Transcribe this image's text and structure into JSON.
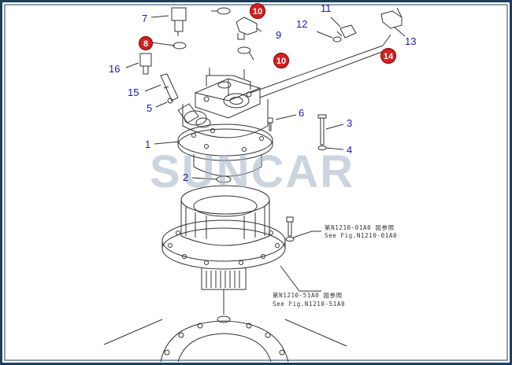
{
  "watermark": "SUNCAR",
  "callouts": [
    "1",
    "2",
    "3",
    "4",
    "5",
    "6",
    "7",
    "9",
    "11",
    "12",
    "13",
    "15",
    "16"
  ],
  "badges": [
    "8",
    "10",
    "10",
    "14"
  ],
  "notes": {
    "upper_line1": "第N1210-01A0 図参照",
    "upper_line2": "See Fig.N1210-01A0",
    "lower_line1": "第N1210-51A0 図参照",
    "lower_line2": "See Fig.N1210-51A0"
  },
  "colors": {
    "frame": "#1c3f5e",
    "callout": "#1a1aa8",
    "badge": "#d42020",
    "linework": "#333333",
    "watermark": "#9fb3c6"
  }
}
